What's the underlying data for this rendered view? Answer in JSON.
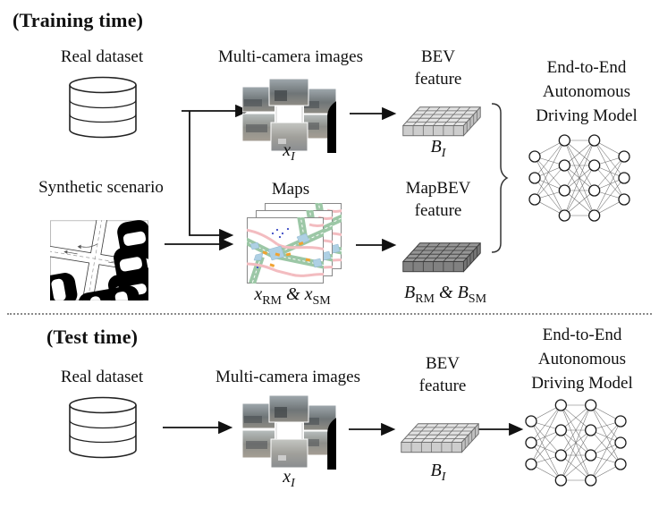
{
  "figure": {
    "training": {
      "header": "(Training time)",
      "labels": {
        "real_dataset": "Real dataset",
        "multi_camera": "Multi-camera images",
        "bev_feature": [
          "BEV",
          "feature"
        ],
        "model": [
          "End-to-End",
          "Autonomous",
          "Driving Model"
        ],
        "synthetic_scenario": "Synthetic scenario",
        "maps": "Maps",
        "mapbev_feature": [
          "MapBEV",
          "feature"
        ]
      },
      "math": {
        "camera_input": {
          "base": "x",
          "sub": "I"
        },
        "bev_output": {
          "base": "B",
          "sub": "I"
        },
        "maps_input": {
          "first_base": "x",
          "first_sub": "RM",
          "joiner": "&",
          "second_base": "x",
          "second_sub": "SM"
        },
        "mapbev_output": {
          "first_base": "B",
          "first_sub": "RM",
          "joiner": "&",
          "second_base": "B",
          "second_sub": "SM"
        }
      }
    },
    "test": {
      "header": "(Test time)",
      "labels": {
        "real_dataset": "Real dataset",
        "multi_camera": "Multi-camera images",
        "bev_feature": [
          "BEV",
          "feature"
        ],
        "model": [
          "End-to-End",
          "Autonomous",
          "Driving Model"
        ]
      },
      "math": {
        "camera_input": {
          "base": "x",
          "sub": "I"
        },
        "bev_output": {
          "base": "B",
          "sub": "I"
        }
      }
    },
    "icons": {
      "database": "cylinder-database",
      "multi_camera": "six-view-camera-collage-with-ego-car",
      "bev_feature": "light-gray-3d-feature-grid",
      "mapbev_feature": "dark-gray-3d-feature-grid",
      "map_stack": "stacked-hd-map-layers-with-ellipsis",
      "synthetic_scenario": "top-down-traffic-intersection",
      "neural_network": "fully-connected-mlp-3-4-4-3",
      "brace": "grouping-curly-brace"
    },
    "colors": {
      "bev_light_top": "#e3e3e3",
      "bev_dark_top": "#969696",
      "map_green": "#9cc7a6",
      "map_pink": "#f3bcc0",
      "map_blue": "#aed0e4",
      "map_orange": "#f0a332",
      "arrow": "#111111"
    }
  }
}
